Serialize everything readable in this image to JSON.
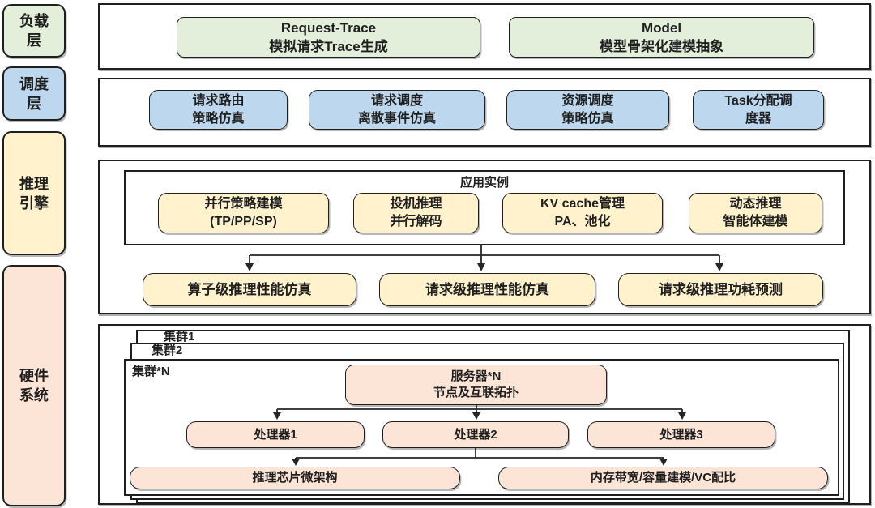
{
  "colors": {
    "load_green": "#e3efda",
    "sched_blue": "#bdd7ee",
    "engine_yellow": "#fff2cc",
    "hw_pink": "#fce4d6",
    "line": "#262626"
  },
  "side_labels": {
    "load": {
      "line1": "负载",
      "line2": "层"
    },
    "sched": {
      "line1": "调度",
      "line2": "层"
    },
    "engine": {
      "line1": "推理",
      "line2": "引擎"
    },
    "hw": {
      "line1": "硬件",
      "line2": "系统"
    }
  },
  "load_layer": {
    "request_trace": {
      "line1": "Request-Trace",
      "line2": "模拟请求Trace生成"
    },
    "model": {
      "line1": "Model",
      "line2": "模型骨架化建模抽象"
    }
  },
  "sched_layer": {
    "routing": {
      "line1": "请求路由",
      "line2": "策略仿真"
    },
    "req_sched": {
      "line1": "请求调度",
      "line2": "离散事件仿真"
    },
    "res_sched": {
      "line1": "资源调度",
      "line2": "策略仿真"
    },
    "task_alloc": {
      "line1": "Task分配调",
      "line2": "度器"
    }
  },
  "engine_layer": {
    "app_instance_title": "应用实例",
    "parallel": {
      "line1": "并行策略建模",
      "line2": "(TP/PP/SP)"
    },
    "speculative": {
      "line1": "投机推理",
      "line2": "并行解码"
    },
    "kv_cache": {
      "line1": "KV cache管理",
      "line2": "PA、池化"
    },
    "dynamic": {
      "line1": "动态推理",
      "line2": "智能体建模"
    },
    "op_level_sim": "算子级推理性能仿真",
    "req_perf_sim": "请求级推理性能仿真",
    "req_power_pred": "请求级推理功耗预测"
  },
  "hw_layer": {
    "cluster1": "集群1",
    "cluster2": "集群2",
    "clusterN": "集群*N",
    "server": {
      "line1": "服务器*N",
      "line2": "节点及互联拓扑"
    },
    "proc1": "处理器1",
    "proc2": "处理器2",
    "proc3": "处理器3",
    "chip_microarch": "推理芯片微架构",
    "mem_model": "内存带宽/容量建模/VC配比"
  }
}
